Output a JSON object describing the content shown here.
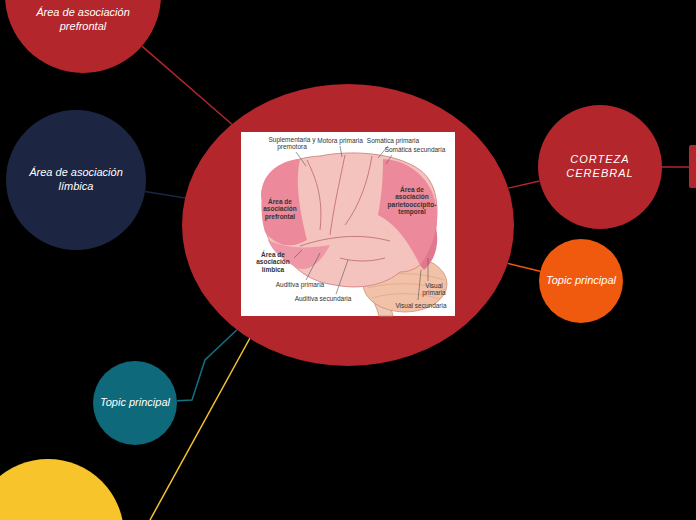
{
  "diagram": {
    "nodes": [
      {
        "text": []
      },
      {
        "text": [
          "Área de asociación prefrontal"
        ]
      },
      {
        "text": [
          "Área de asociación límbica"
        ]
      },
      {
        "text": [
          "CORTEZA CEREBRAL"
        ]
      },
      {
        "text": [
          "Topic principal"
        ]
      },
      {
        "text": [
          "Topic principal"
        ]
      }
    ],
    "edges": [
      {
        "from": 0,
        "to": 1,
        "arrow": "none"
      },
      {
        "from": 0,
        "to": 2,
        "arrow": "none"
      },
      {
        "from": 0,
        "to": 3,
        "arrow": "none"
      },
      {
        "from": 0,
        "to": 4,
        "arrow": "none"
      },
      {
        "from": 0,
        "to": 5,
        "arrow": "none"
      }
    ],
    "labels": [
      "Suplementaria y premotora",
      "Motora primaria",
      "Somática primaria",
      "Somática secundaria",
      "Área de asociación prefrontal",
      "Área de asociación parietooccipito-temporal",
      "Área de asociación límbica",
      "Auditiva primaria",
      "Auditiva secundaria",
      "Visual primaria",
      "Visual secundaria"
    ]
  }
}
